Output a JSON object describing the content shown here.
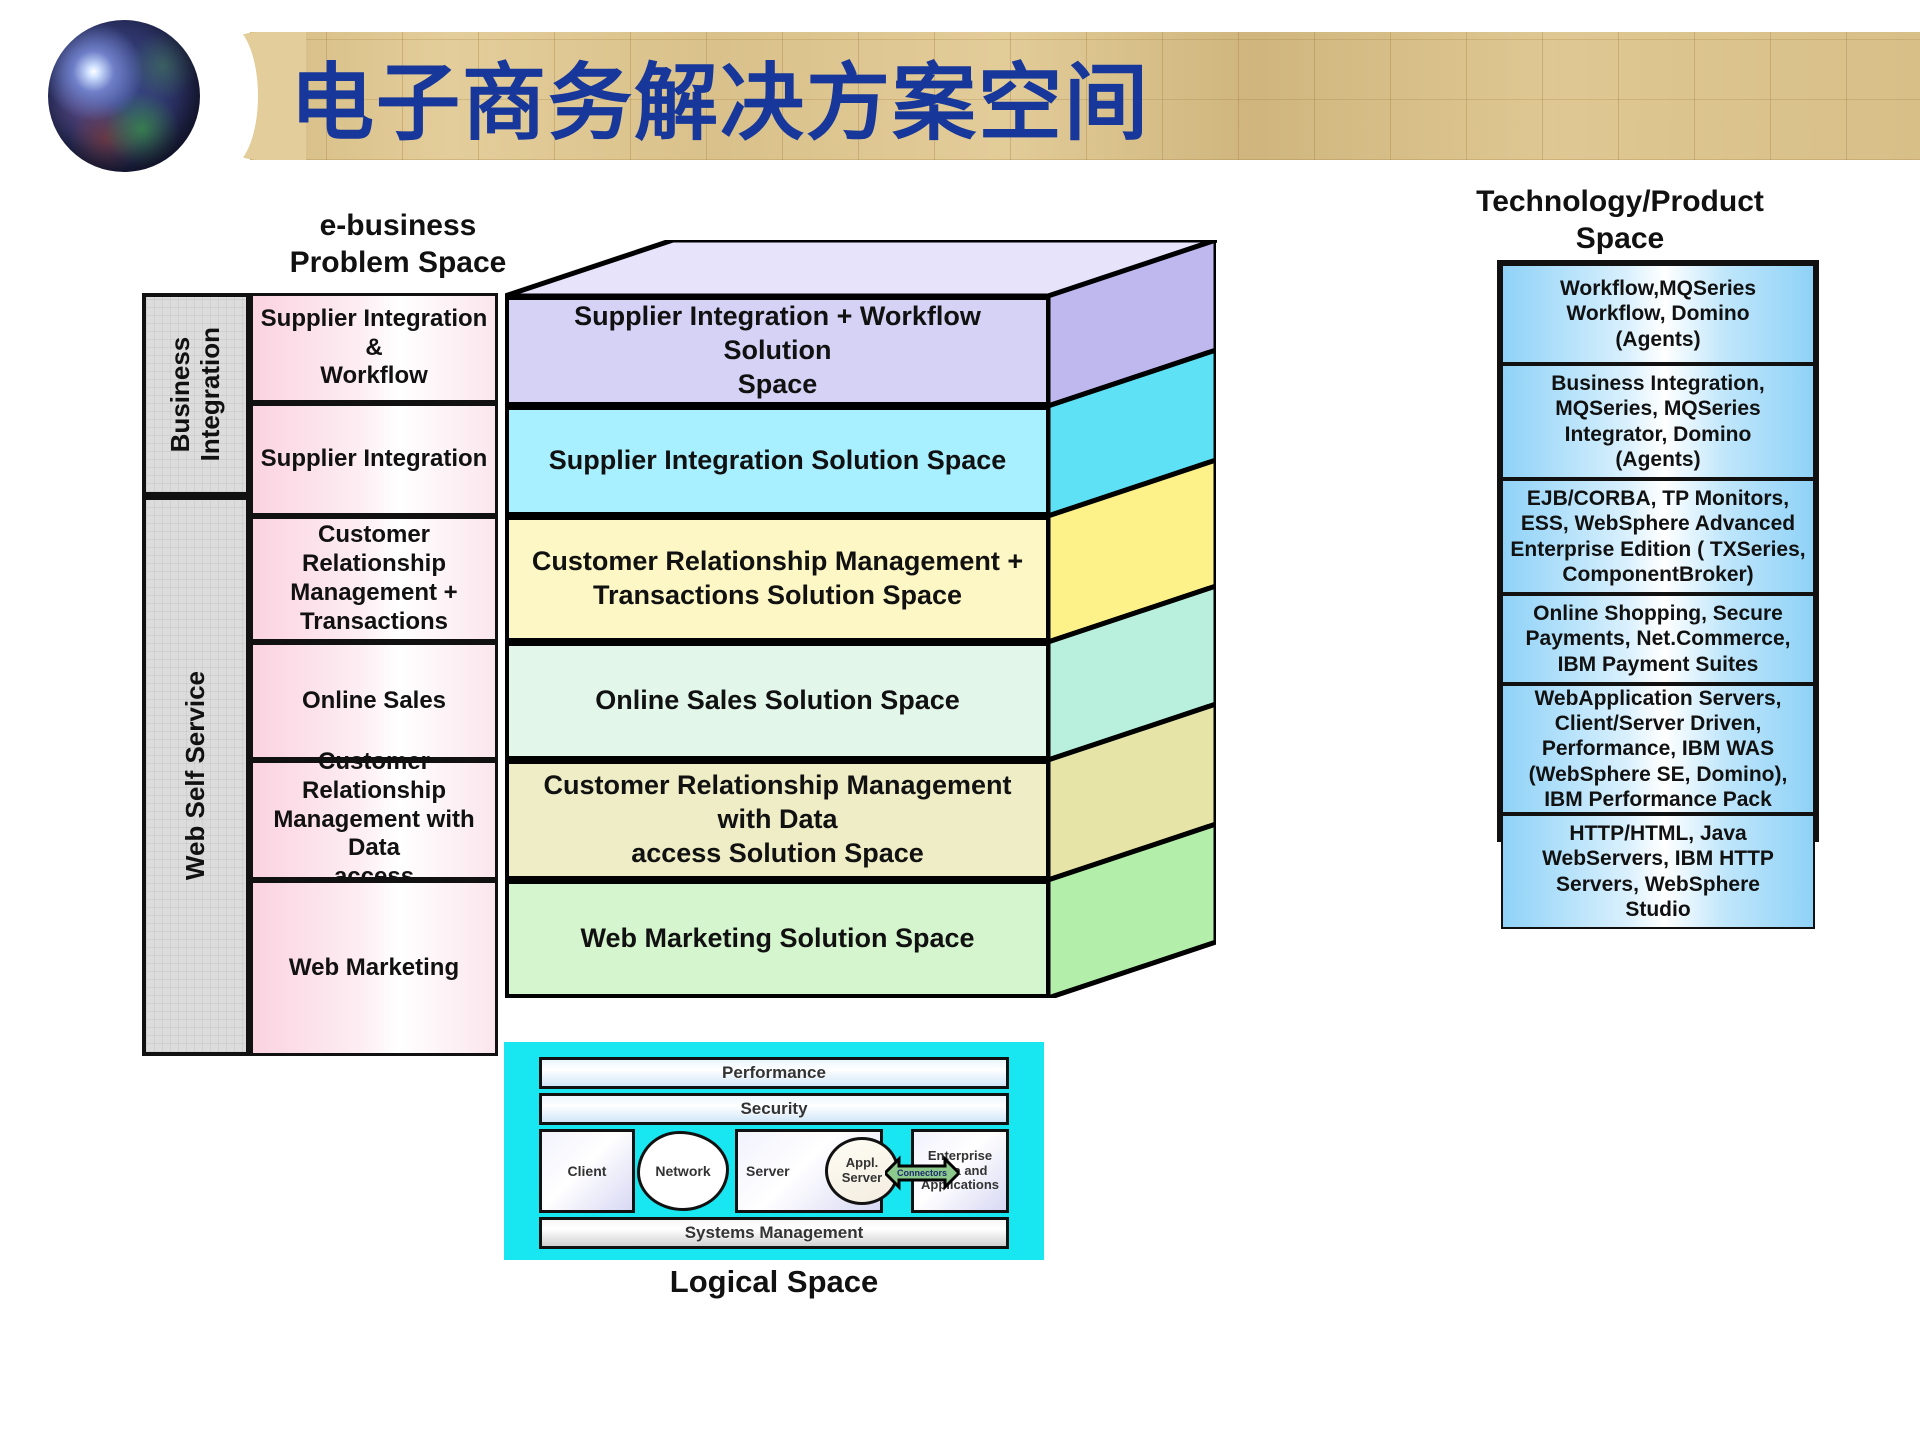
{
  "banner": {
    "title": "电子商务解决方案空间",
    "globe_icon": "globe-icon",
    "title_color": "#17379b",
    "bar_color": "#e3cd9a"
  },
  "headers": {
    "problem_space": "e-business\nProblem Space",
    "technology_space": "Technology/Product\nSpace",
    "logical_space": "Logical Space"
  },
  "categories": [
    {
      "label": "Business\nIntegration"
    },
    {
      "label": "Web Self Service"
    }
  ],
  "rows": [
    {
      "problem": "Supplier Integration &\nWorkflow",
      "solution": "Supplier Integration + Workflow Solution\nSpace",
      "technology": "Workflow,MQSeries\nWorkflow, Domino\n(Agents)",
      "front_color": "#d6d2f6",
      "side_color": "#bfb8ef"
    },
    {
      "problem": "Supplier Integration",
      "solution": "Supplier Integration Solution Space",
      "technology": "Business Integration,\nMQSeries, MQSeries\nIntegrator, Domino\n(Agents)",
      "front_color": "#a8efff",
      "side_color": "#5ee0f5"
    },
    {
      "problem": "Customer Relationship\nManagement +\nTransactions",
      "solution": "Customer Relationship Management +\nTransactions Solution Space",
      "technology": "EJB/CORBA, TP Monitors,\nESS, WebSphere Advanced\nEnterprise Edition ( TXSeries,\nComponentBroker)",
      "front_color": "#fcf7c4",
      "side_color": "#fdf28a"
    },
    {
      "problem": "Online Sales",
      "solution": "Online Sales Solution Space",
      "technology": "Online Shopping, Secure\nPayments, Net.Commerce,\nIBM Payment Suites",
      "front_color": "#e2f7ea",
      "side_color": "#b9f0dd"
    },
    {
      "problem": "Customer Relationship\nManagement with Data\naccess",
      "solution": "Customer Relationship Management with Data\naccess Solution Space",
      "technology": "WebApplication Servers,\nClient/Server Driven,\nPerformance, IBM WAS\n(WebSphere SE, Domino),\nIBM Performance Pack",
      "front_color": "#eeedc6",
      "side_color": "#e6e4a6"
    },
    {
      "problem": "Web Marketing",
      "solution": "Web Marketing Solution Space",
      "technology": "HTTP/HTML, Java\nWebServers, IBM HTTP\nServers, WebSphere\nStudio",
      "front_color": "#d4f5cd",
      "side_color": "#b3eeaa"
    }
  ],
  "top_face_color": "#e6e3fa",
  "logical": {
    "performance": "Performance",
    "security": "Security",
    "systems_management": "Systems Management",
    "client": "Client",
    "network": "Network",
    "server": "Server",
    "app_server": "Appl.\nServer",
    "connectors": "Connectors",
    "enterprise": "Enterprise\nData and\nApplications",
    "frame_color": "#18e6f0"
  }
}
